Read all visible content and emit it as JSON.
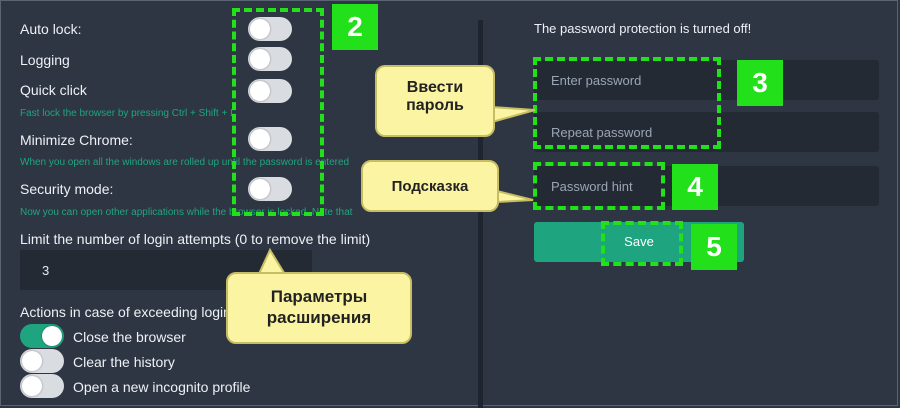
{
  "left_panel": {
    "settings": [
      {
        "label": "Auto lock:",
        "on": false
      },
      {
        "label": "Logging",
        "on": false
      },
      {
        "label": "Quick click",
        "on": false,
        "hint": "Fast lock the browser by pressing Ctrl + Shift + L"
      },
      {
        "label": "Minimize Chrome:",
        "on": false,
        "hint": "When you open all the windows are rolled up until the password is entered"
      },
      {
        "label": "Security mode:",
        "on": false,
        "hint": "Now you can open other applications while the browser is locked. Note that"
      }
    ],
    "limit_label": "Limit the number of login attempts (0 to remove the limit)",
    "limit_value": "3",
    "actions_label": "Actions in case of exceeding login attempts",
    "actions": [
      {
        "label": "Close the browser",
        "on": true
      },
      {
        "label": "Clear the history",
        "on": false
      },
      {
        "label": "Open a new incognito profile",
        "on": false
      }
    ]
  },
  "right_panel": {
    "status": "The password protection is turned off!",
    "password_placeholder": "Enter password",
    "repeat_placeholder": "Repeat password",
    "hint_placeholder": "Password hint",
    "save_label": "Save"
  },
  "annotations": {
    "badges": [
      "2",
      "3",
      "4",
      "5"
    ],
    "callouts": {
      "enter_password": "Ввести пароль",
      "hint": "Подсказка",
      "extension_params": "Параметры расширения"
    }
  },
  "colors": {
    "background": "#2e3643",
    "accent": "#1ea57f",
    "annotation_green": "#22e01a",
    "callout_fill": "#fbf4a3"
  }
}
